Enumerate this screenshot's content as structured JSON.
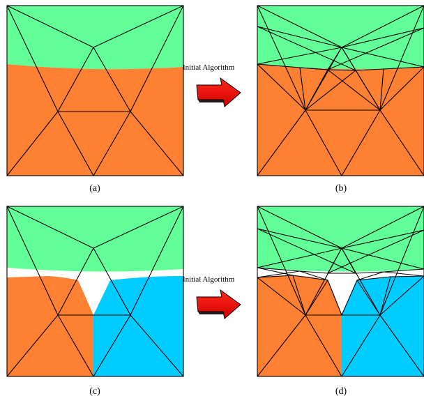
{
  "colors": {
    "green": "#62ff99",
    "orange": "#fe8033",
    "blue": "#00ccff",
    "arrow": "#ff0000",
    "line": "#000000"
  },
  "arrow_label_1": "Initial Algorithm",
  "arrow_label_2": "Initial Algorithm",
  "captions": {
    "a": "(a)",
    "b": "(b)",
    "c": "(c)",
    "d": "(d)"
  }
}
